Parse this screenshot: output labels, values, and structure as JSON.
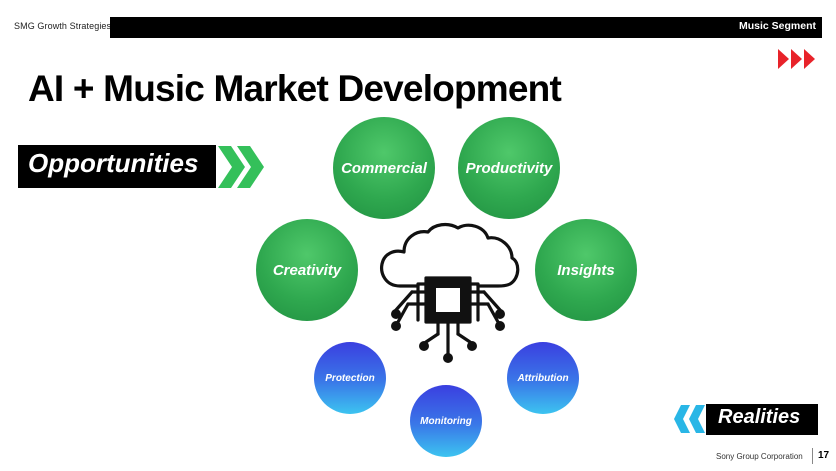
{
  "header": {
    "left_label": "SMG Growth Strategies",
    "segment": "Music Segment"
  },
  "title": "AI + Music Market Development",
  "opportunities_label": "Opportunities",
  "realities_label": "Realities",
  "opportunity_circles": [
    "Commercial",
    "Productivity",
    "Creativity",
    "Insights"
  ],
  "reality_circles": [
    "Protection",
    "Attribution",
    "Monitoring"
  ],
  "icons": [
    "triple-chevron-right-icon",
    "double-chevron-right-icon",
    "cloud-chip-icon",
    "double-chevron-left-icon"
  ],
  "colors": {
    "accent_red": "#e8232a",
    "opportunity_green": "#2fa84f",
    "arrow_green": "#34c05a",
    "reality_blue": "#3a6fe6",
    "arrow_blue": "#29b6e6",
    "bar_black": "#000000"
  },
  "footer": {
    "company": "Sony Group Corporation",
    "page": "17"
  }
}
